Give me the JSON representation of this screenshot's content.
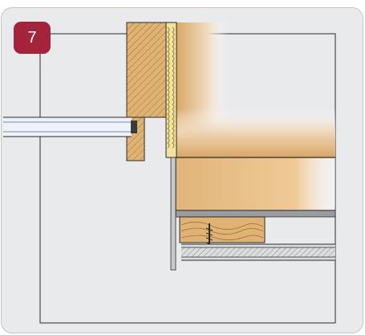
{
  "step": {
    "number": "7",
    "badge_color": "#a3243b"
  },
  "drawing": {
    "subject": "construction-detail-cross-section",
    "materials": [
      "wood-stud",
      "wood-board",
      "insulation-strip",
      "glass-pane",
      "metal-profile",
      "screw",
      "ceiling-panel"
    ],
    "colors": {
      "wood": "#dfb373",
      "wood_dark": "#c7955a",
      "insulation": "#f3e39c",
      "panel_bg": "#e9eaec",
      "outline": "#2b2b2b"
    }
  }
}
